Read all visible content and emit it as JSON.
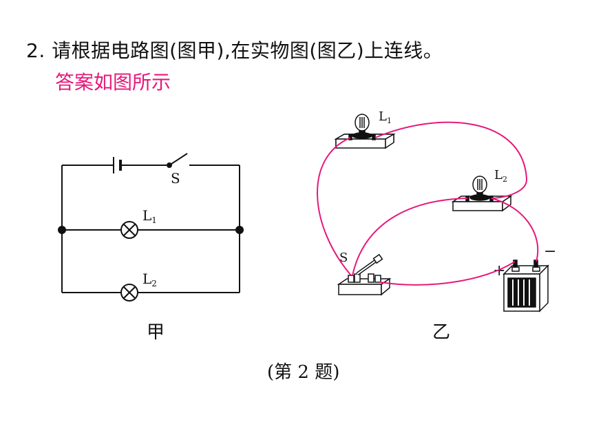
{
  "question": "2. 请根据电路图(图甲),在实物图(图乙)上连线。",
  "answer": {
    "text": "答案如图所示",
    "color": "#e6187a"
  },
  "schematic": {
    "switch_label": "S",
    "lamp1_label": "L",
    "lamp1_sub": "1",
    "lamp2_label": "L",
    "lamp2_sub": "2",
    "caption": "甲"
  },
  "physical": {
    "lamp1_label": "L",
    "lamp1_sub": "1",
    "lamp2_label": "L",
    "lamp2_sub": "2",
    "switch_label": "S",
    "battery_plus": "+",
    "battery_minus": "−",
    "wire_color": "#e6187a",
    "caption": "乙"
  },
  "figure_caption": "(第 2 题)"
}
